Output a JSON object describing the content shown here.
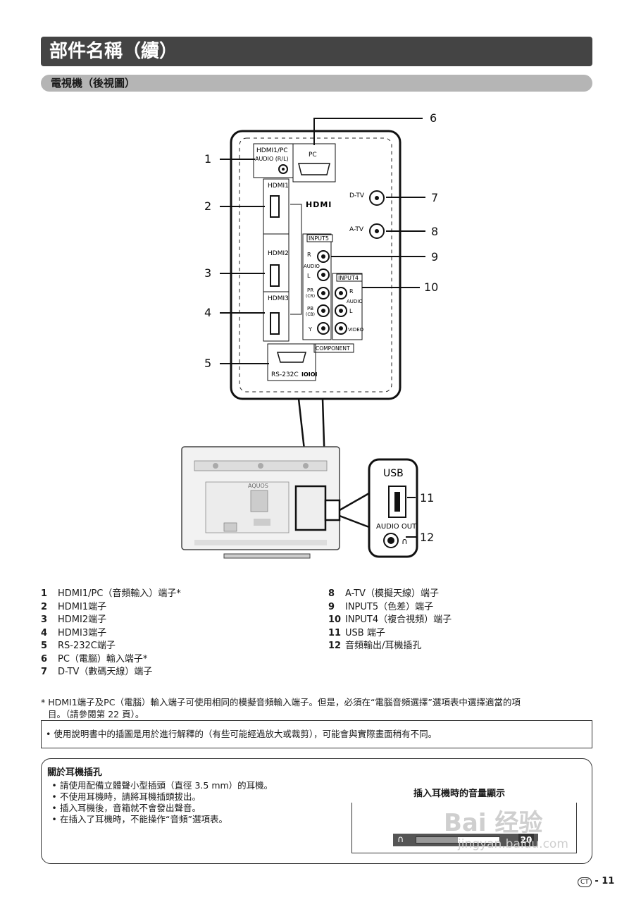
{
  "header": {
    "title": "部件名稱（續）",
    "subtitle": "電視機（後視圖）"
  },
  "diagram": {
    "panel_labels": {
      "hdmi1pc": "HDMI1/PC",
      "audio_rl": "AUDIO (R/L)",
      "pc": "PC",
      "hdmi1": "HDMI1",
      "hdmi2": "HDMI2",
      "hdmi3": "HDMI3",
      "hdmi_logo": "HDMI",
      "dtv": "D-TV",
      "atv": "A-TV",
      "input5": "INPUT5",
      "input4": "INPUT4",
      "r": "R",
      "audio": "AUDIO",
      "l": "L",
      "pr": "PR",
      "pr_sub": "(CR)",
      "pb": "PB",
      "pb_sub": "(CB)",
      "y": "Y",
      "video": "VIDEO",
      "component": "COMPONENT",
      "rs232c": "RS-232C",
      "rs_icon": "IOIOI",
      "usb": "USB",
      "audio_out": "AUDIO OUT",
      "aquos": "AQUOS"
    },
    "callouts": [
      "1",
      "2",
      "3",
      "4",
      "5",
      "6",
      "7",
      "8",
      "9",
      "10",
      "11",
      "12"
    ]
  },
  "parts_left": [
    {
      "num": "1",
      "text": "HDMI1/PC（音頻輸入）端子*"
    },
    {
      "num": "2",
      "text": "HDMI1端子"
    },
    {
      "num": "3",
      "text": "HDMI2端子"
    },
    {
      "num": "4",
      "text": "HDMI3端子"
    },
    {
      "num": "5",
      "text": "RS-232C端子"
    },
    {
      "num": "6",
      "text": "PC（電腦）輸入端子*"
    },
    {
      "num": "7",
      "text": "D-TV（數碼天線）端子"
    }
  ],
  "parts_right": [
    {
      "num": "8",
      "text": "A-TV（模擬天線）端子"
    },
    {
      "num": "9",
      "text": "INPUT5（色差）端子"
    },
    {
      "num": "10",
      "text": "INPUT4（複合視頻）端子"
    },
    {
      "num": "11",
      "text": "USB 端子"
    },
    {
      "num": "12",
      "text": "音頻輸出/耳機插孔"
    }
  ],
  "footnote": {
    "line1": "* HDMI1端子及PC（電腦）輸入端子可使用相同的模擬音頻輸入端子。但是，必須在“電腦音頻選擇”選項表中選擇適當的項",
    "line2": "目。（請參閱第 22 頁）。"
  },
  "note": "• 使用說明書中的插圖是用於進行解釋的（有些可能經過放大或裁剪），可能會與實際畫面稍有不同。",
  "headphone": {
    "title": "關於耳機插孔",
    "items": [
      "請使用配備立體聲小型插頭（直徑 3.5 mm）的耳機。",
      "不使用耳機時，請將耳機插頭拔出。",
      "插入耳機後，音箱就不會發出聲音。",
      "在插入了耳機時，不能操作“音頻”選項表。"
    ],
    "volume_title": "插入耳機時的音量顯示",
    "volume_value": "20",
    "volume_level": 0.5
  },
  "watermark": {
    "brand": "Bai 经验",
    "url": "jingyan.baidu.com"
  },
  "page": {
    "badge": "CT",
    "number": "- 11"
  }
}
